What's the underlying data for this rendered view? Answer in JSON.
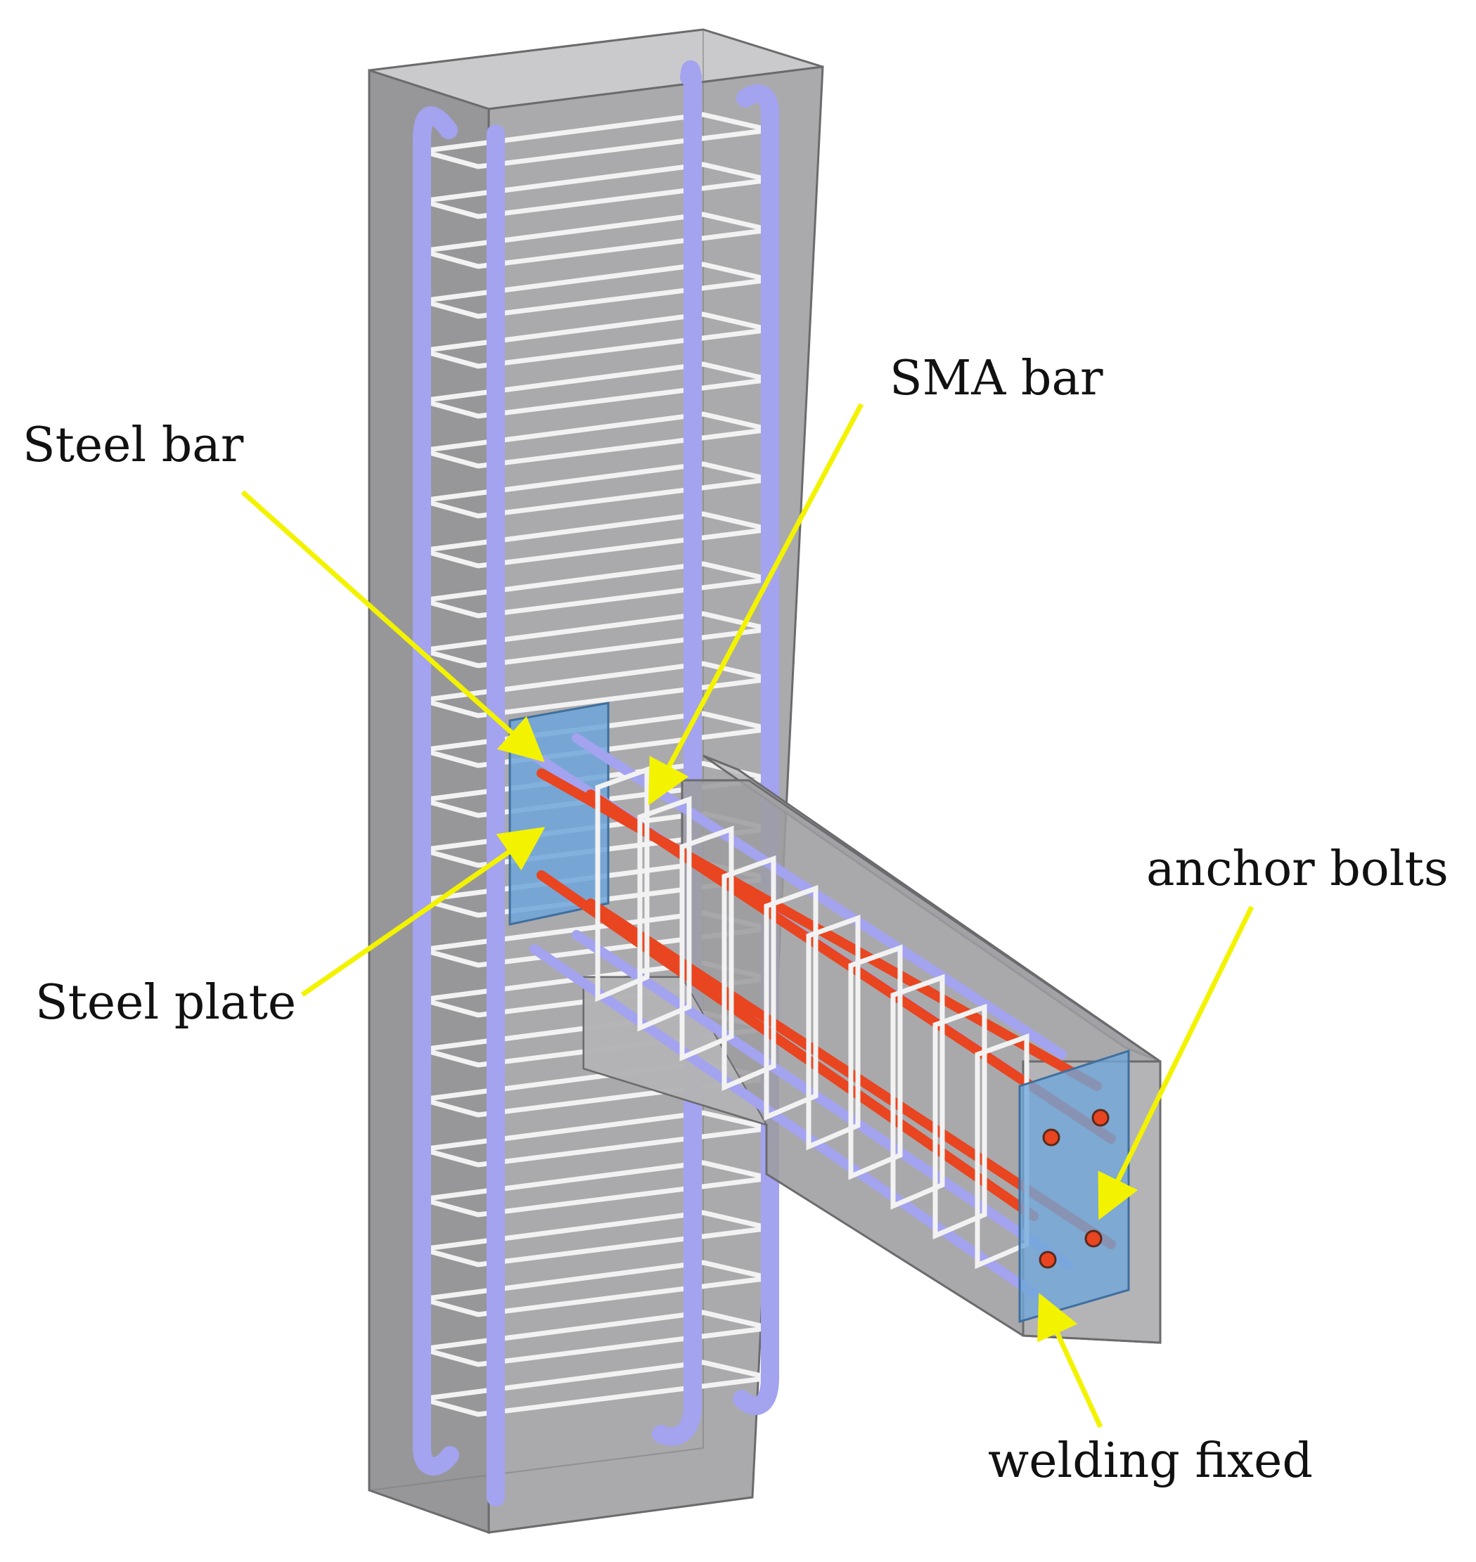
{
  "labels": {
    "steel_bar": "Steel bar",
    "sma_bar": "SMA bar",
    "steel_plate": "Steel plate",
    "anchor_bolts": "anchor bolts",
    "welding_fixed": "welding fixed"
  },
  "colors": {
    "concrete": "#a3a3a6",
    "concrete_edge": "#6b6b6e",
    "steel_bar": "#a3a3f0",
    "sma_bar": "#e84520",
    "stirrup": "#f2f2f2",
    "steel_plate": "#6fa6da",
    "arrow": "#f3f300",
    "text": "#111111"
  }
}
